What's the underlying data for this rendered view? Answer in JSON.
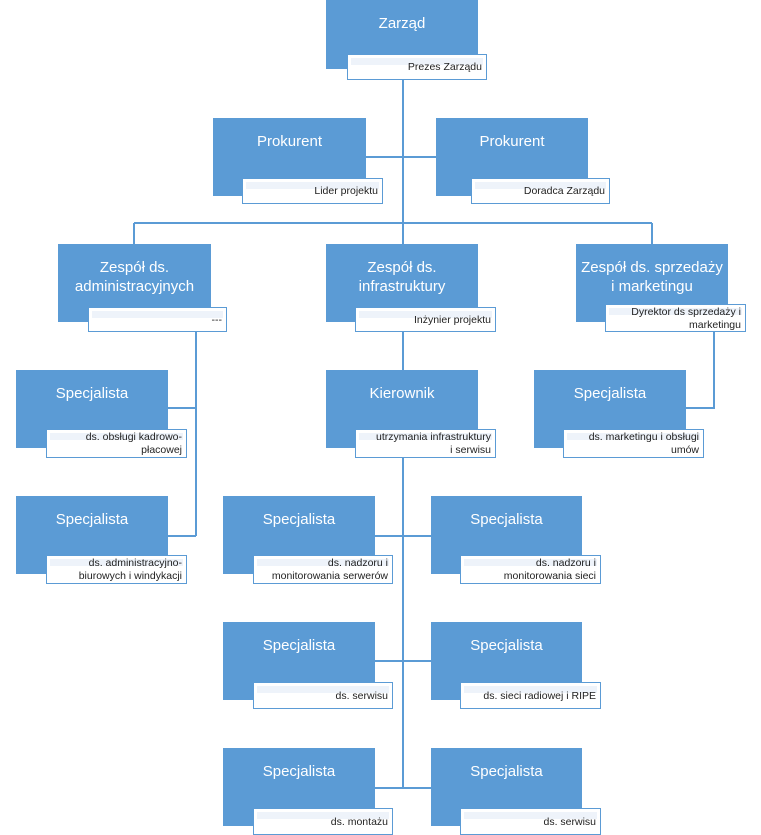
{
  "colors": {
    "box": "#5b9bd5",
    "line": "#5b9bd5",
    "text": "#ffffff"
  },
  "nodes": [
    {
      "title": [
        "Zarząd"
      ],
      "sub": [
        "Prezes Zarządu"
      ]
    },
    {
      "title": [
        "Prokurent"
      ],
      "sub": [
        "Lider projektu"
      ]
    },
    {
      "title": [
        "Prokurent"
      ],
      "sub": [
        "Doradca Zarządu"
      ]
    },
    {
      "title": [
        "Zespół ds.",
        "administracyjnych"
      ],
      "sub": [
        "---"
      ]
    },
    {
      "title": [
        "Zespół ds.",
        "infrastruktury"
      ],
      "sub": [
        "Inżynier projektu"
      ]
    },
    {
      "title": [
        "Zespół ds. sprzedaży",
        "i marketingu"
      ],
      "sub": [
        "Dyrektor ds sprzedaży i",
        "marketingu"
      ]
    },
    {
      "title": [
        "Specjalista"
      ],
      "sub": [
        "ds. obsługi kadrowo-",
        "płacowej"
      ]
    },
    {
      "title": [
        "Kierownik"
      ],
      "sub": [
        "utrzymania infrastruktury",
        "i serwisu"
      ]
    },
    {
      "title": [
        "Specjalista"
      ],
      "sub": [
        "ds. marketingu i obsługi",
        "umów"
      ]
    },
    {
      "title": [
        "Specjalista"
      ],
      "sub": [
        "ds. administracyjno-",
        "biurowych i windykacji"
      ]
    },
    {
      "title": [
        "Specjalista"
      ],
      "sub": [
        "ds. nadzoru i",
        "monitorowania serwerów"
      ]
    },
    {
      "title": [
        "Specjalista"
      ],
      "sub": [
        "ds. nadzoru i",
        "monitorowania sieci"
      ]
    },
    {
      "title": [
        "Specjalista"
      ],
      "sub": [
        "ds. serwisu"
      ]
    },
    {
      "title": [
        "Specjalista"
      ],
      "sub": [
        "ds. sieci radiowej i RIPE"
      ]
    },
    {
      "title": [
        "Specjalista"
      ],
      "sub": [
        "ds. montażu"
      ]
    },
    {
      "title": [
        "Specjalista"
      ],
      "sub": [
        "ds. serwisu"
      ]
    }
  ]
}
